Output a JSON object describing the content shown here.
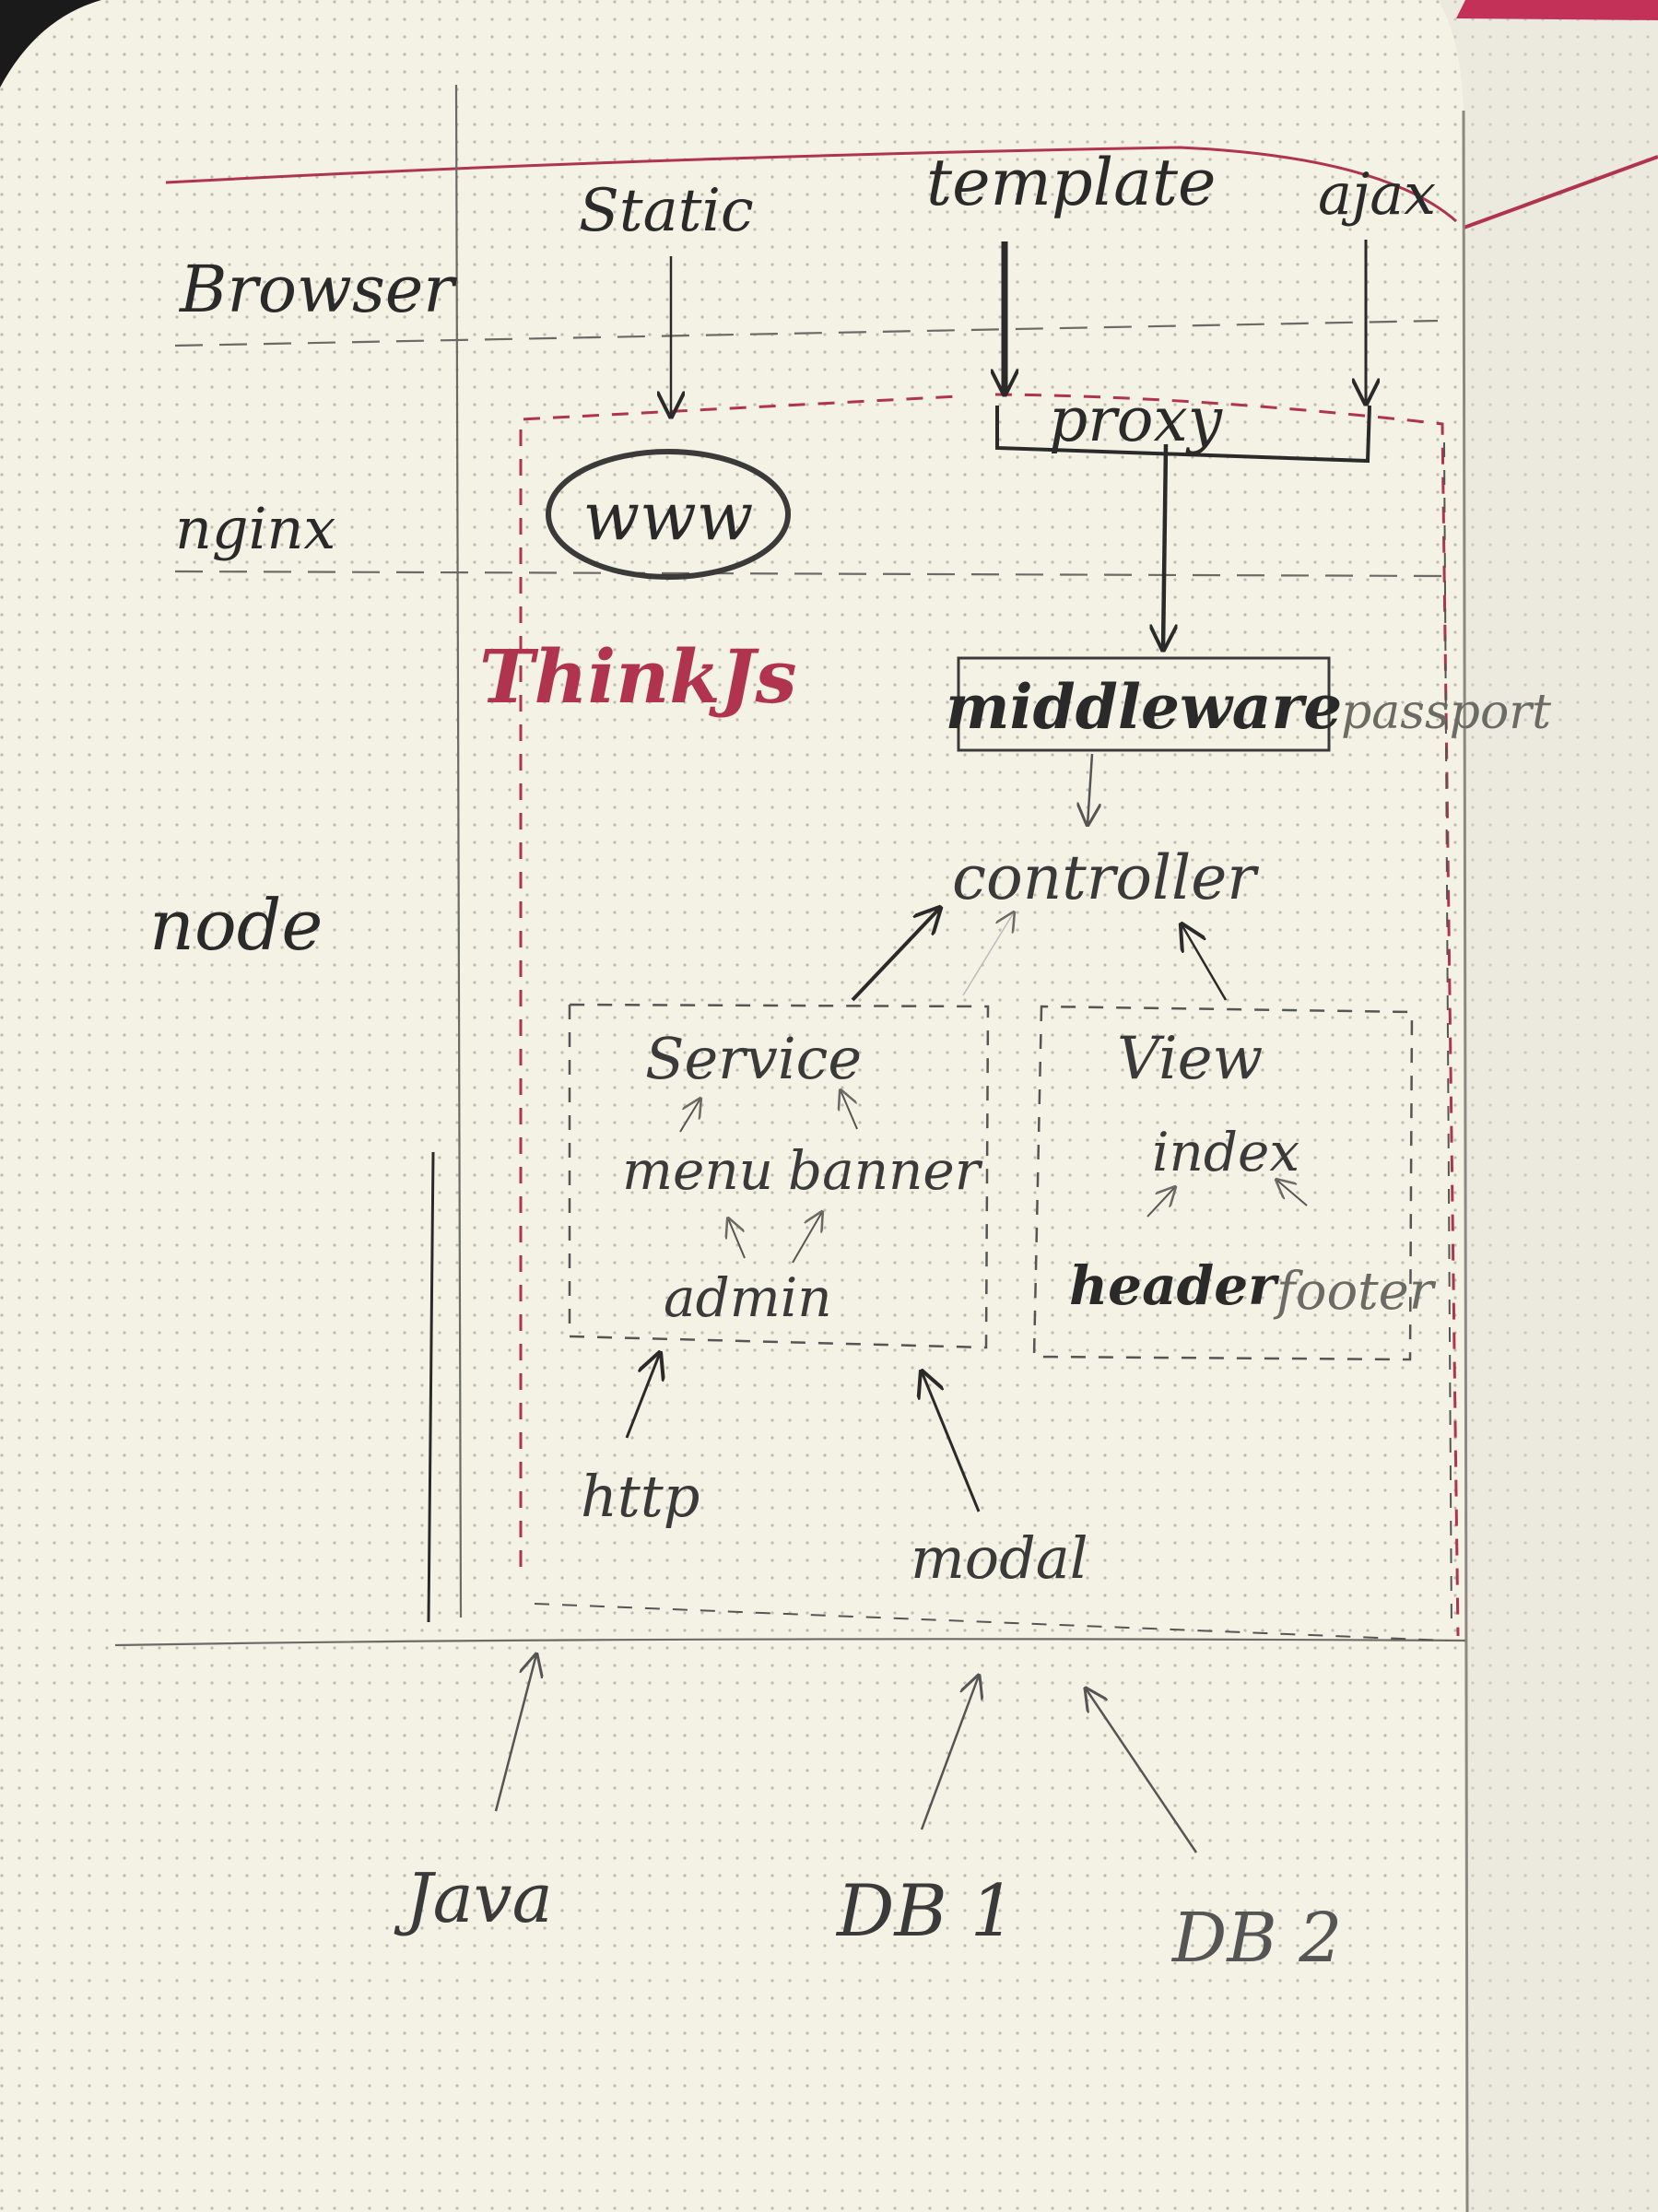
{
  "layers": {
    "browser": "Browser",
    "nginx": "nginx",
    "node": "node"
  },
  "browser_items": {
    "static": "Static",
    "template": "template",
    "ajax": "ajax"
  },
  "nginx_items": {
    "proxy": "proxy",
    "www": "www"
  },
  "framework": {
    "name": "ThinkJs",
    "middleware": "middleware",
    "passport": "passport",
    "controller": "controller"
  },
  "service_group": {
    "title": "Service",
    "menu": "menu",
    "banner": "banner",
    "admin": "admin"
  },
  "view_group": {
    "title": "View",
    "index": "index",
    "header": "header",
    "footer": "footer"
  },
  "inputs": {
    "http": "http",
    "modal": "modal"
  },
  "backends": {
    "java": "Java",
    "db1": "DB 1",
    "db2": "DB 2"
  },
  "colors": {
    "paper": "#f4f2e4",
    "ink": "#2a2a2a",
    "pencil": "#6b6b66",
    "red_ink": "#b0344e",
    "dot_grid": "#bdbab0"
  }
}
